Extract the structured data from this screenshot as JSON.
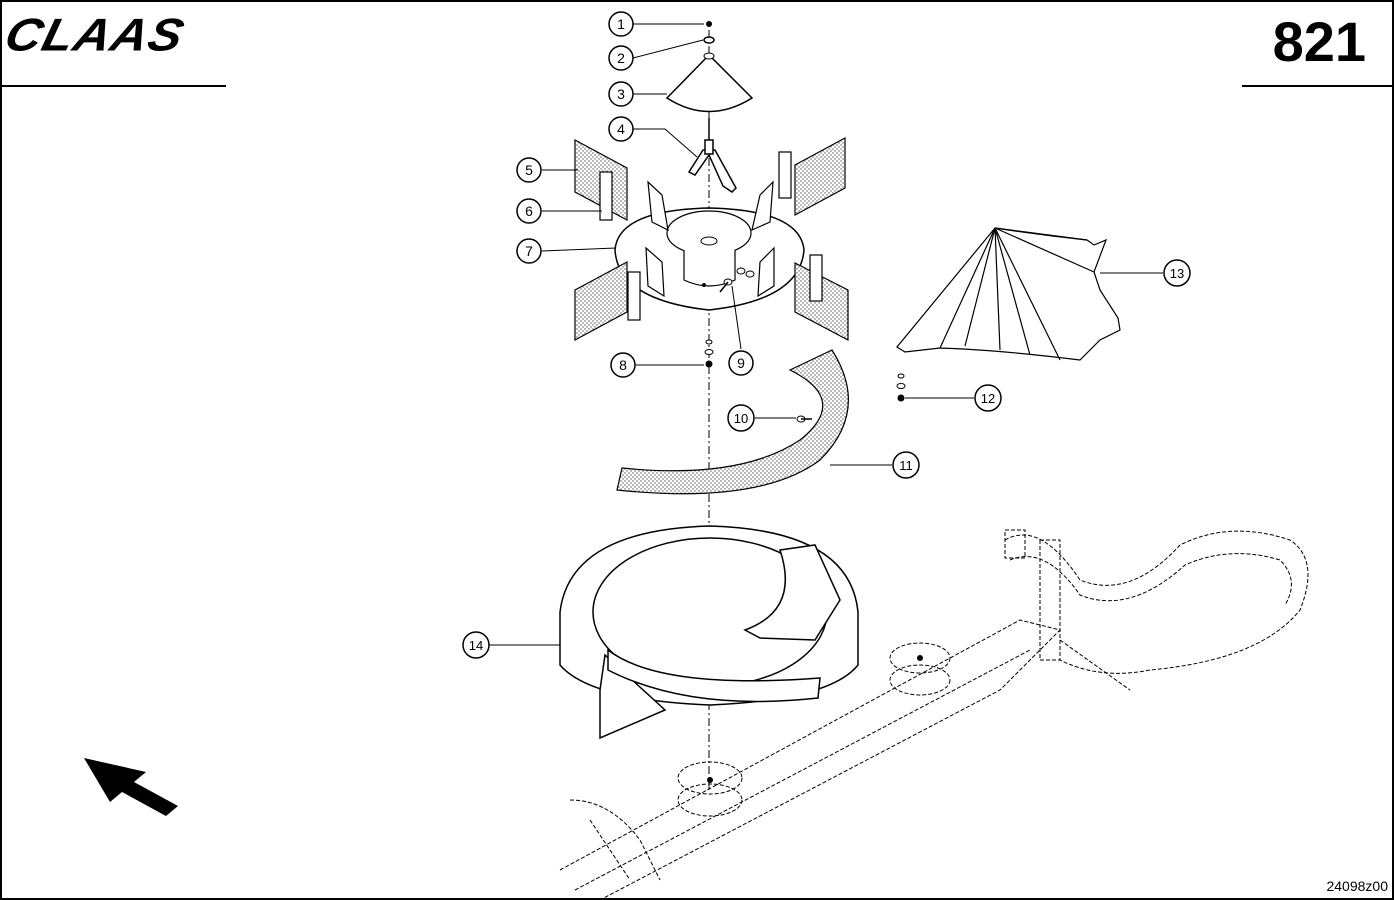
{
  "header": {
    "brand": "CLAAS",
    "page_number": "821"
  },
  "footer": {
    "drawing_number": "24098z00"
  },
  "callouts": [
    {
      "id": "1"
    },
    {
      "id": "2"
    },
    {
      "id": "3"
    },
    {
      "id": "4"
    },
    {
      "id": "5"
    },
    {
      "id": "6"
    },
    {
      "id": "7"
    },
    {
      "id": "8"
    },
    {
      "id": "9"
    },
    {
      "id": "10"
    },
    {
      "id": "11"
    },
    {
      "id": "12"
    },
    {
      "id": "13"
    },
    {
      "id": "14"
    }
  ],
  "icons": {
    "direction_arrow": "direction-arrow-icon"
  }
}
